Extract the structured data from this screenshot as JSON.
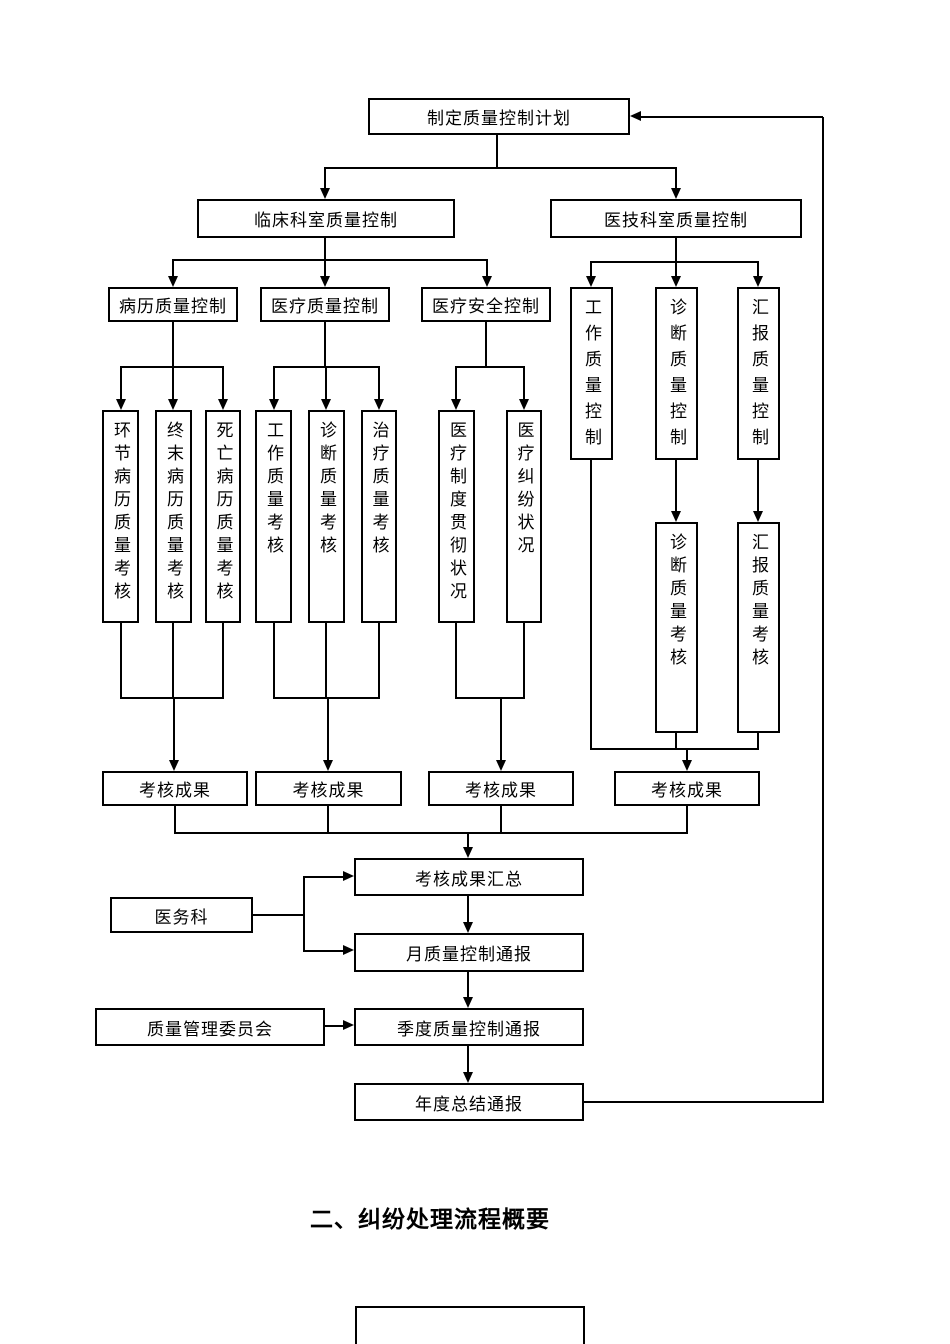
{
  "page": {
    "section_title": "二、纠纷处理流程概要",
    "line_color": "#000000",
    "background_color": "#ffffff"
  },
  "flowchart": {
    "nodes": {
      "plan": "制定质量控制计划",
      "clinical": "临床科室质量控制",
      "medtech": "医技科室质量控制",
      "record_qc": "病历质量控制",
      "medical_qc": "医疗质量控制",
      "safety_qc": "医疗安全控制",
      "work_qc_v": "工作质量控制",
      "diag_qc_v": "诊断质量控制",
      "report_qc_v": "汇报质量控制",
      "link_record": "环节病历质量考核",
      "final_record": "终末病历质量考核",
      "death_record": "死亡病历质量考核",
      "work_assess": "工作质量考核",
      "diag_assess": "诊断质量考核",
      "treat_assess": "治疗质量考核",
      "system_status": "医疗制度贯彻状况",
      "dispute_status": "医疗纠纷状况",
      "diag_assess_r": "诊断质量考核",
      "report_assess_r": "汇报质量考核",
      "result1": "考核成果",
      "result2": "考核成果",
      "result3": "考核成果",
      "result4": "考核成果",
      "summary": "考核成果汇总",
      "medical_dept": "医务科",
      "monthly": "月质量控制通报",
      "committee": "质量管理委员会",
      "quarterly": "季度质量控制通报",
      "annual": "年度总结通报",
      "empty_box": ""
    }
  }
}
